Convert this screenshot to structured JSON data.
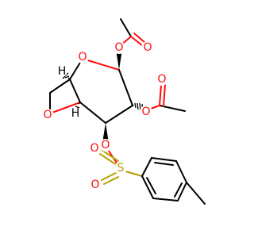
{
  "atoms": {
    "O_bridge": "O",
    "O_ring": "O",
    "O_ac1_ester": "O",
    "O_ac1_carbonyl": "O",
    "O_ac2_ester": "O",
    "O_ac2_carbonyl": "O",
    "O_ts_ester": "O",
    "S_sulfonyl": "S",
    "O_sulfonyl_1": "O",
    "O_sulfonyl_2": "O",
    "H_top": "H",
    "H_bottom": "H"
  },
  "colors": {
    "carbon_bond": "#000000",
    "oxygen": "#ff0d0d",
    "sulfur": "#b3a100",
    "hydrogen": "#000000"
  }
}
